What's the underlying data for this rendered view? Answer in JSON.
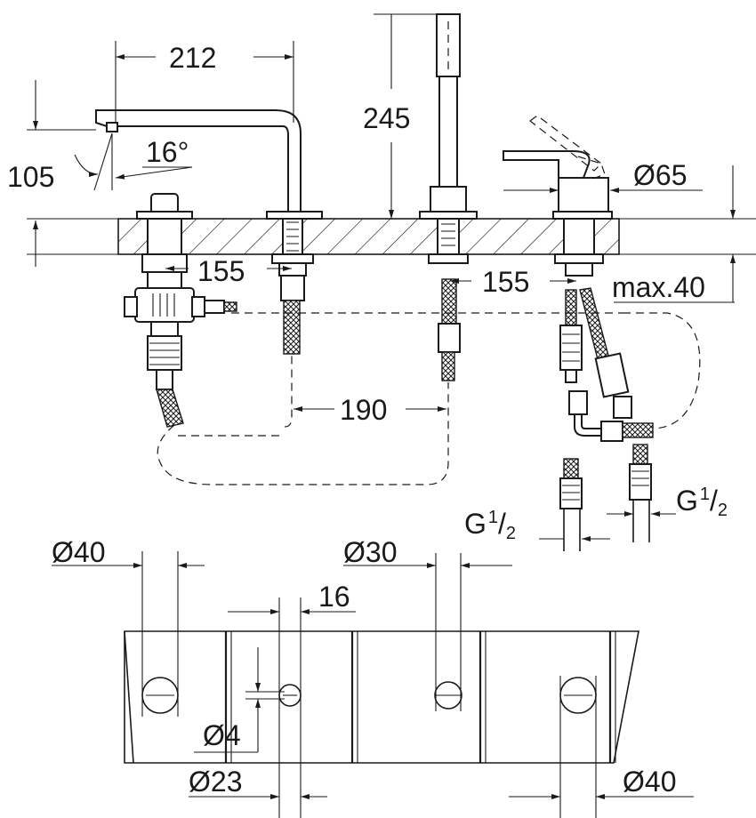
{
  "colors": {
    "ink": "#1a1a1a",
    "background": "#ffffff"
  },
  "dimensions": {
    "spout_reach": "212",
    "spout_height": "105",
    "spout_angle": "16°",
    "shower_height": "245",
    "handle_diameter": "Ø65",
    "spacing_left": "155",
    "spacing_right": "155",
    "spacing_mid": "190",
    "max_thickness": "max.40",
    "connection_left": {
      "main": "G",
      "num": "1",
      "den": "2"
    },
    "connection_right": {
      "main": "G",
      "num": "1",
      "den": "2"
    },
    "hole_diverter": "Ø40",
    "hole_shower": "Ø30",
    "hole_small_spacing": "16",
    "hole_small_diameter": "Ø4",
    "hole_spout": "Ø23",
    "hole_mixer": "Ø40"
  }
}
